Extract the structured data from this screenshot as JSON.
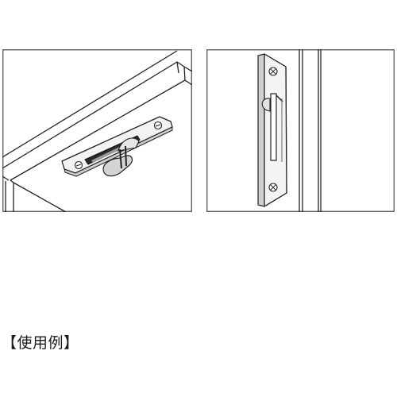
{
  "caption": "【使用例】",
  "illustrations": [
    {
      "name": "flush-pull-installed-in-panel"
    },
    {
      "name": "flush-pull-installed-on-door-edge"
    }
  ]
}
